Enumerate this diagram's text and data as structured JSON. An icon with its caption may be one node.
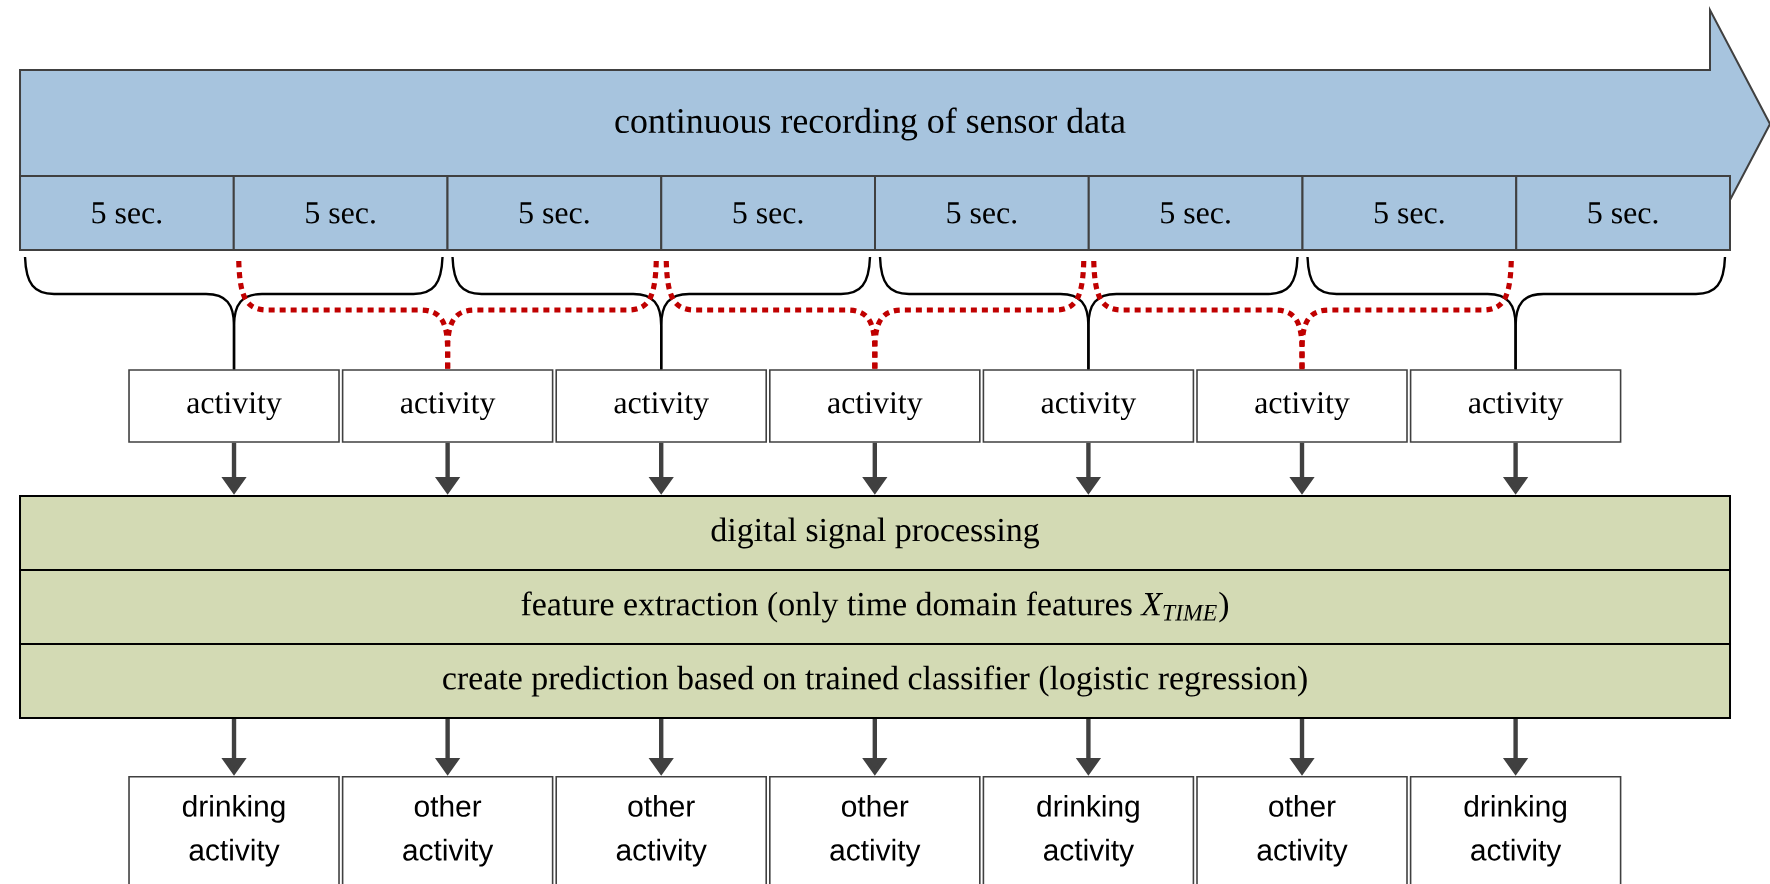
{
  "diagram": {
    "nodes": [
      {
        "text": [
          "continuous recording of sensor data"
        ]
      },
      {
        "text": [
          "5 sec."
        ],
        "in": 0
      },
      {
        "text": [
          "5 sec."
        ],
        "in": 0
      },
      {
        "text": [
          "5 sec."
        ],
        "in": 0
      },
      {
        "text": [
          "5 sec."
        ],
        "in": 0
      },
      {
        "text": [
          "5 sec."
        ],
        "in": 0
      },
      {
        "text": [
          "5 sec."
        ],
        "in": 0
      },
      {
        "text": [
          "5 sec."
        ],
        "in": 0
      },
      {
        "text": [
          "5 sec."
        ],
        "in": 0
      },
      {
        "text": [
          "activity"
        ]
      },
      {
        "text": [
          "activity"
        ]
      },
      {
        "text": [
          "activity"
        ]
      },
      {
        "text": [
          "activity"
        ]
      },
      {
        "text": [
          "activity"
        ]
      },
      {
        "text": [
          "activity"
        ]
      },
      {
        "text": [
          "activity"
        ]
      },
      {
        "text": [
          "digital signal processing"
        ]
      },
      {
        "text": [
          "feature extraction (only time domain features *X$_{TIME}$*)"
        ]
      },
      {
        "text": [
          "create prediction based on trained classifier (logistic regression)"
        ]
      },
      {
        "text": [
          "drinking activity"
        ]
      },
      {
        "text": [
          "other activity"
        ]
      },
      {
        "text": [
          "other activity"
        ]
      },
      {
        "text": [
          "other activity"
        ]
      },
      {
        "text": [
          "drinking activity"
        ]
      },
      {
        "text": [
          "other activity"
        ]
      },
      {
        "text": [
          "drinking activity"
        ]
      }
    ],
    "edges": [
      {
        "from": 1,
        "to": 9,
        "arrow": "none",
        "color": "#000000"
      },
      {
        "from": 2,
        "to": 9,
        "arrow": "none",
        "color": "#000000"
      },
      {
        "from": 3,
        "to": 11,
        "arrow": "none",
        "color": "#000000"
      },
      {
        "from": 4,
        "to": 11,
        "arrow": "none",
        "color": "#000000"
      },
      {
        "from": 5,
        "to": 13,
        "arrow": "none",
        "color": "#000000"
      },
      {
        "from": 6,
        "to": 13,
        "arrow": "none",
        "color": "#000000"
      },
      {
        "from": 7,
        "to": 15,
        "arrow": "none",
        "color": "#000000"
      },
      {
        "from": 8,
        "to": 15,
        "arrow": "none",
        "color": "#000000"
      },
      {
        "from": 2,
        "to": 10,
        "arrow": "none",
        "style": "dashed",
        "color": "#c00000"
      },
      {
        "from": 3,
        "to": 10,
        "arrow": "none",
        "style": "dashed",
        "color": "#c00000"
      },
      {
        "from": 4,
        "to": 12,
        "arrow": "none",
        "style": "dashed",
        "color": "#c00000"
      },
      {
        "from": 5,
        "to": 12,
        "arrow": "none",
        "style": "dashed",
        "color": "#c00000"
      },
      {
        "from": 6,
        "to": 14,
        "arrow": "none",
        "style": "dashed",
        "color": "#c00000"
      },
      {
        "from": 7,
        "to": 14,
        "arrow": "none",
        "style": "dashed",
        "color": "#c00000"
      },
      {
        "from": 9,
        "to": 16,
        "arrow": "to"
      },
      {
        "from": 10,
        "to": 16,
        "arrow": "to"
      },
      {
        "from": 11,
        "to": 16,
        "arrow": "to"
      },
      {
        "from": 12,
        "to": 16,
        "arrow": "to"
      },
      {
        "from": 13,
        "to": 16,
        "arrow": "to"
      },
      {
        "from": 14,
        "to": 16,
        "arrow": "to"
      },
      {
        "from": 15,
        "to": 16,
        "arrow": "to"
      },
      {
        "from": 18,
        "to": 19,
        "arrow": "to"
      },
      {
        "from": 18,
        "to": 20,
        "arrow": "to"
      },
      {
        "from": 18,
        "to": 21,
        "arrow": "to"
      },
      {
        "from": 18,
        "to": 22,
        "arrow": "to"
      },
      {
        "from": 18,
        "to": 23,
        "arrow": "to"
      },
      {
        "from": 18,
        "to": 24,
        "arrow": "to"
      },
      {
        "from": 18,
        "to": 25,
        "arrow": "to"
      }
    ]
  }
}
